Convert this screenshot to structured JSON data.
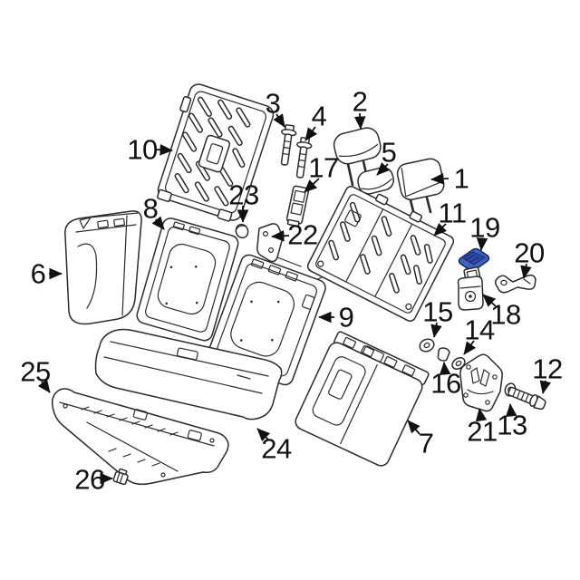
{
  "diagram": {
    "type": "exploded-parts-illustration",
    "subject": "vehicle rear seat assembly",
    "background_color": "#ffffff",
    "line_color": "#2b2b2b",
    "callout_color": "#111111",
    "highlighted_part": {
      "callout": "19",
      "fill_color": "#3f62c5",
      "top_color": "#2c49a8",
      "outline_color": "#17265e"
    },
    "callouts": [
      {
        "num": "1"
      },
      {
        "num": "2"
      },
      {
        "num": "3"
      },
      {
        "num": "4"
      },
      {
        "num": "5"
      },
      {
        "num": "6"
      },
      {
        "num": "7"
      },
      {
        "num": "8"
      },
      {
        "num": "9"
      },
      {
        "num": "10"
      },
      {
        "num": "11"
      },
      {
        "num": "12"
      },
      {
        "num": "13"
      },
      {
        "num": "14"
      },
      {
        "num": "15"
      },
      {
        "num": "16"
      },
      {
        "num": "17"
      },
      {
        "num": "18"
      },
      {
        "num": "19"
      },
      {
        "num": "20"
      },
      {
        "num": "21"
      },
      {
        "num": "22"
      },
      {
        "num": "23"
      },
      {
        "num": "24"
      },
      {
        "num": "25"
      },
      {
        "num": "26"
      }
    ]
  }
}
